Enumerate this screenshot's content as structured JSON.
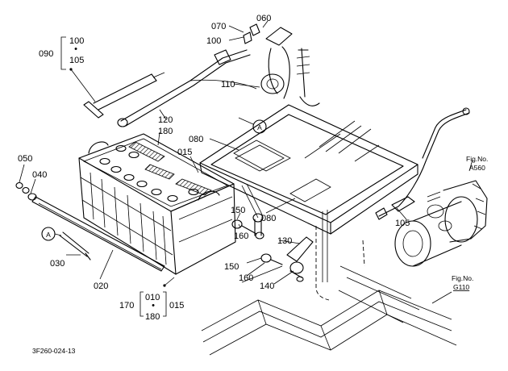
{
  "diagram": {
    "drawing_code": "3F260-024-13",
    "callout_marker": "A",
    "part_labels": {
      "p010": "010",
      "p015a": "015",
      "p015b": "015",
      "p020": "020",
      "p030": "030",
      "p040": "040",
      "p050": "050",
      "p060": "060",
      "p070": "070",
      "p080a": "080",
      "p080b": "080",
      "p090": "090",
      "p100a": "100",
      "p100b": "100",
      "p105a": "105",
      "p105b": "105",
      "p110": "110",
      "p120": "120",
      "p130": "130",
      "p140": "140",
      "p150a": "150",
      "p150b": "150",
      "p160a": "160",
      "p160b": "160",
      "p170": "170",
      "p180a": "180",
      "p180b": "180"
    },
    "fig_refs": [
      {
        "label": "Fig.No.",
        "code": "A560"
      },
      {
        "label": "Fig.No.",
        "code": "G110"
      }
    ]
  }
}
